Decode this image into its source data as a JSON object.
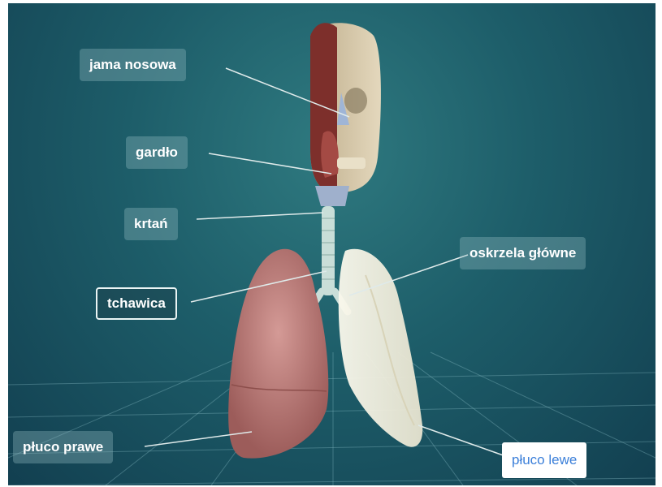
{
  "labels": {
    "jama_nosowa": "jama nosowa",
    "gardlo": "gardło",
    "krtan": "krtań",
    "tchawica": "tchawica",
    "oskrzela_glowne": "oskrzela główne",
    "pluco_prawe": "płuco prawe",
    "pluco_lewe": "płuco lewe"
  },
  "colors": {
    "background": "#1d5d69",
    "label_bg": "#96bec3",
    "active_label_text": "#3b7fd9",
    "right_lung": "#b87874",
    "left_lung": "#f1efdf",
    "skull": "#d6c8a8",
    "trachea": "#c9ded8"
  }
}
